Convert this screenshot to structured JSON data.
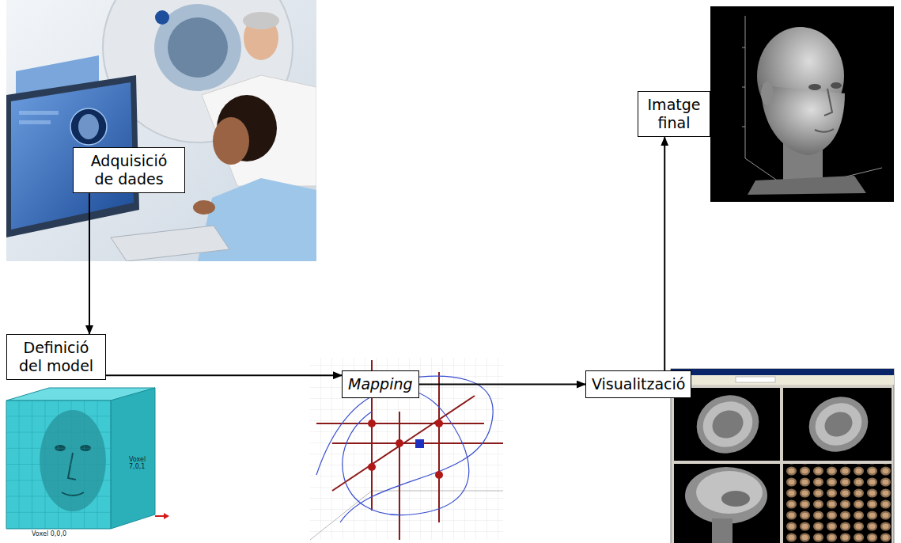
{
  "diagram": {
    "nodes": [
      {
        "text": [
          "Adquisició de dades"
        ]
      },
      {
        "text": [
          "Definició del model"
        ]
      },
      {
        "text": [
          "Mapping"
        ]
      },
      {
        "text": [
          "Visualització"
        ]
      },
      {
        "text": [
          "Imatge final"
        ]
      }
    ],
    "edges": [
      {
        "from": 0,
        "to": 1,
        "arrow": "to"
      },
      {
        "from": 1,
        "to": 2,
        "arrow": "to"
      },
      {
        "from": 2,
        "to": 3,
        "arrow": "to"
      },
      {
        "from": 3,
        "to": 4,
        "arrow": "to"
      }
    ],
    "labels": [
      "Voxel 7,0,1",
      "Voxel 0,0,0"
    ]
  }
}
